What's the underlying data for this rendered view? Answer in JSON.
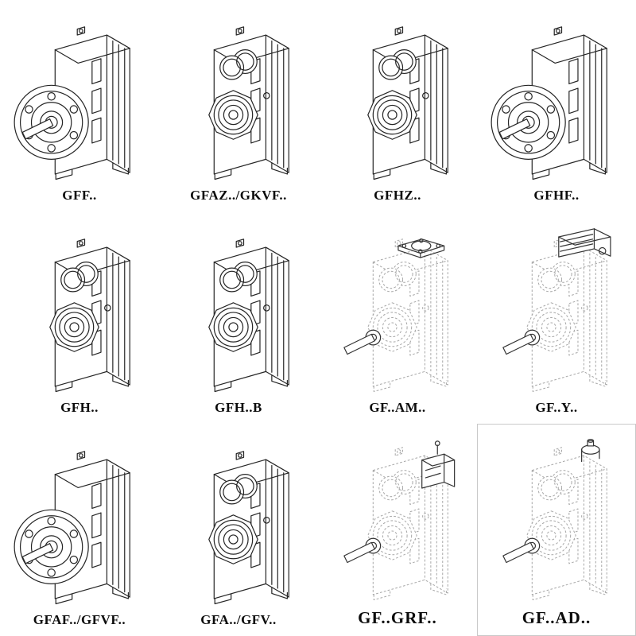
{
  "page": {
    "background": "#ffffff",
    "line_color": "#262626",
    "ghost_line_color": "#a8a8a8"
  },
  "catalog": {
    "items": [
      {
        "label": "GFF..",
        "variant": "flange-mounted"
      },
      {
        "label": "GFAZ../GKVF..",
        "variant": "shaft-bore"
      },
      {
        "label": "GFHZ..",
        "variant": "shaft-bore"
      },
      {
        "label": "GFHF..",
        "variant": "flange-mounted"
      },
      {
        "label": "GFH..",
        "variant": "shaft-bore"
      },
      {
        "label": "GFH..B",
        "variant": "shaft-bore"
      },
      {
        "label": "GF..AM..",
        "variant": "ghost-top-flange"
      },
      {
        "label": "GF..Y..",
        "variant": "ghost-motor"
      },
      {
        "label": "GFAF../GFVF..",
        "variant": "flange-mounted"
      },
      {
        "label": "GFA../GFV..",
        "variant": "shaft-bore"
      },
      {
        "label": "GF..GRF..",
        "variant": "ghost-input-block"
      },
      {
        "label": "GF..AD..",
        "variant": "ghost-input-adapter"
      }
    ]
  }
}
